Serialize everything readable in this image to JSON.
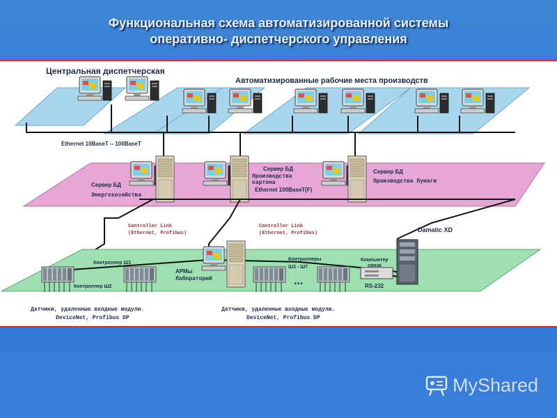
{
  "title": {
    "line1": "Функциональная схема автоматизированной системы",
    "line2": "оперативно- диспетчерского управления"
  },
  "layers": {
    "central": "Центральная диспетчерская",
    "workstations": "Автоматизированные рабочие места производств",
    "ethernet_top": "Ethernet 10BaseT -- 100BaseT",
    "server_energy_1": "Сервер БД",
    "server_energy_2": "Энергохозяйства",
    "server_carton_1": "Сервер БД",
    "server_carton_2": "Производства",
    "server_carton_3": "картона",
    "ethernet_mid": "Ethernet 100BaseT(F)",
    "server_paper_1": "Сервер БД",
    "server_paper_2": "Производства бумаги",
    "controller_link_left_1": "Controller Link",
    "controller_link_left_2": "(Ethernet, Profibus)",
    "controller_link_right_1": "Controller Link",
    "controller_link_right_2": "(Ethernet, Profibus)",
    "damatic": "Damatic XD",
    "controller_sh1": "Контроллер Ш1",
    "controller_sh2": "Контроллер Ш2",
    "arm_lab_1": "АРМы",
    "arm_lab_2": "Лабораторий",
    "controllers_sh3_1": "Контроллеры",
    "controllers_sh3_2": "Ш3 - Ш7",
    "ellipsis": "...",
    "comm_pc_1": "Компьютер",
    "comm_pc_2": "связи",
    "rs232": "RS-232",
    "sensors_left_1": "Датчики, удаленные входные модули.",
    "sensors_left_2": "DeviceNet, Profibus DP",
    "sensors_right_1": "Датчики, удаленные входные модули.",
    "sensors_right_2": "DeviceNet, Profibus DP"
  },
  "watermark": {
    "text": "MyShared"
  },
  "colors": {
    "plane_blue": "#a9d6ef",
    "plane_pink": "#e6a6d6",
    "plane_green": "#9ee0b0",
    "accent_red": "#c0392b"
  }
}
